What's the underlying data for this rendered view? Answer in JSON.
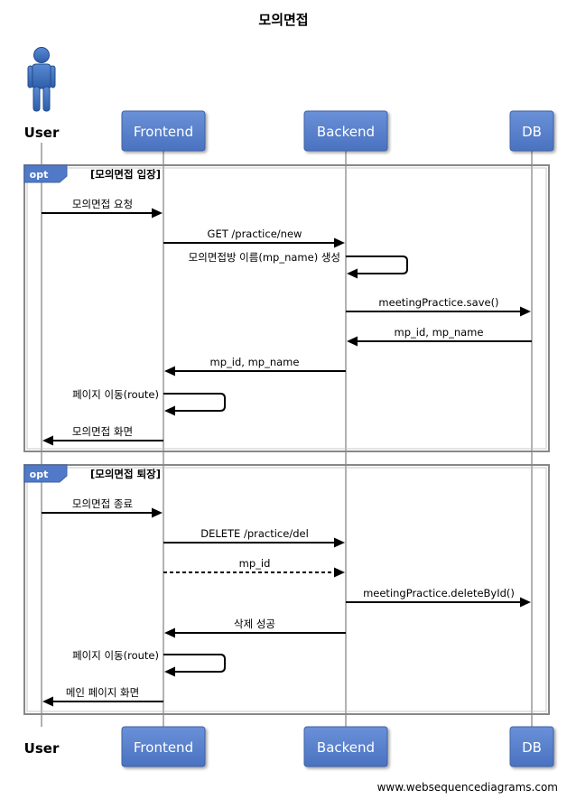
{
  "title": "모의면접",
  "colors": {
    "participant_fill": "#5079c8",
    "participant_stroke": "#3f62a6",
    "actor_fill": "#3f74c4",
    "frame_stroke": "#888888",
    "line": "#000000"
  },
  "participants": [
    {
      "id": "user",
      "label": "User",
      "kind": "actor"
    },
    {
      "id": "frontend",
      "label": "Frontend",
      "kind": "participant"
    },
    {
      "id": "backend",
      "label": "Backend",
      "kind": "participant"
    },
    {
      "id": "db",
      "label": "DB",
      "kind": "participant"
    }
  ],
  "fragments": [
    {
      "operator": "opt",
      "condition": "[모의면접 입장]",
      "messages": [
        {
          "from": "user",
          "to": "frontend",
          "label": "모의면접 요청",
          "style": "solid"
        },
        {
          "from": "frontend",
          "to": "backend",
          "label": "GET /practice/new",
          "style": "solid"
        },
        {
          "from": "backend",
          "to": "backend",
          "label": "모의면접방 이름(mp_name) 생성",
          "style": "solid"
        },
        {
          "from": "backend",
          "to": "db",
          "label": "meetingPractice.save()",
          "style": "solid"
        },
        {
          "from": "db",
          "to": "backend",
          "label": "mp_id, mp_name",
          "style": "solid"
        },
        {
          "from": "backend",
          "to": "frontend",
          "label": "mp_id, mp_name",
          "style": "solid"
        },
        {
          "from": "frontend",
          "to": "frontend",
          "label": "페이지 이동(route)",
          "style": "solid"
        },
        {
          "from": "frontend",
          "to": "user",
          "label": "모의면접 화면",
          "style": "solid"
        }
      ]
    },
    {
      "operator": "opt",
      "condition": "[모의면접 퇴장]",
      "messages": [
        {
          "from": "user",
          "to": "frontend",
          "label": "모의면접 종료",
          "style": "solid"
        },
        {
          "from": "frontend",
          "to": "backend",
          "label": "DELETE /practice/del",
          "style": "solid"
        },
        {
          "from": "frontend",
          "to": "backend",
          "label": "mp_id",
          "style": "dashed"
        },
        {
          "from": "backend",
          "to": "db",
          "label": "meetingPractice.deleteById()",
          "style": "solid"
        },
        {
          "from": "backend",
          "to": "frontend",
          "label": "삭제 성공",
          "style": "solid"
        },
        {
          "from": "frontend",
          "to": "frontend",
          "label": "페이지 이동(route)",
          "style": "solid"
        },
        {
          "from": "frontend",
          "to": "user",
          "label": "메인 페이지 화면",
          "style": "solid"
        }
      ]
    }
  ],
  "watermark": "www.websequencediagrams.com"
}
